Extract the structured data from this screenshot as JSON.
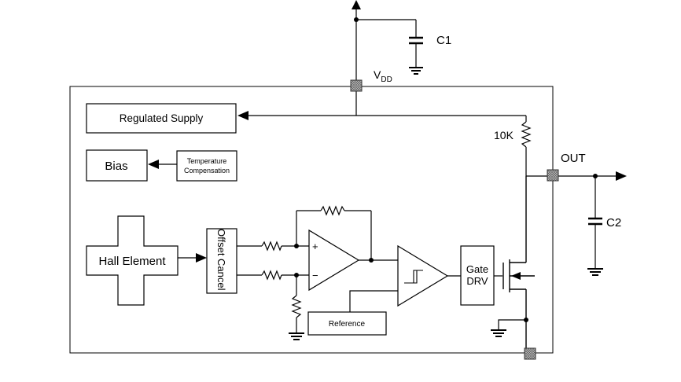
{
  "labels": {
    "vdd_main": "V",
    "vdd_sub": "DD",
    "c1": "C1",
    "c2": "C2",
    "out": "OUT",
    "r10k": "10K"
  },
  "blocks": {
    "regulated_supply": "Regulated Supply",
    "bias": "Bias",
    "temp_comp_line1": "Temperature",
    "temp_comp_line2": "Compensation",
    "hall_element": "Hall Element",
    "offset_cancel": "Offset Cancel",
    "gate_drv_line1": "Gate",
    "gate_drv_line2": "DRV",
    "reference": "Reference"
  },
  "opamp_signs": {
    "plus": "+",
    "minus": "−"
  }
}
